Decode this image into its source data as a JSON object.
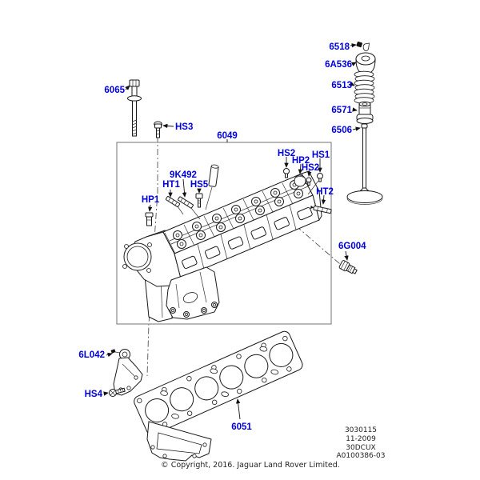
{
  "diagram": {
    "description": "Cylinder head exploded parts diagram",
    "labels": {
      "bolt_6065": "6065",
      "screw_hs3": "HS3",
      "head_assembly_6049": "6049",
      "collet_6518": "6518",
      "spring_cap_6a536": "6A536",
      "valve_spring_6513": "6513",
      "stem_seal_6571": "6571",
      "valve_6506": "6506",
      "hs2_a": "HS2",
      "hp2": "HP2",
      "hs1": "HS1",
      "hs2_b": "HS2",
      "stud_9k492": "9K492",
      "ht1": "HT1",
      "hs5": "HS5",
      "hp1": "HP1",
      "ht2": "HT2",
      "sensor_6g004": "6G004",
      "bracket_6l042": "6L042",
      "hs4": "HS4",
      "gasket_6051": "6051"
    },
    "colors": {
      "callout": "#0000DD",
      "line_art": "#1a1a1a",
      "group_box": "#8a8a8a"
    }
  },
  "footer": {
    "copyright": "© Copyright, 2016. Jaguar Land Rover Limited.",
    "ref_block": [
      "3030115",
      "11-2009",
      "30DCUX",
      "A0100386-03"
    ]
  }
}
